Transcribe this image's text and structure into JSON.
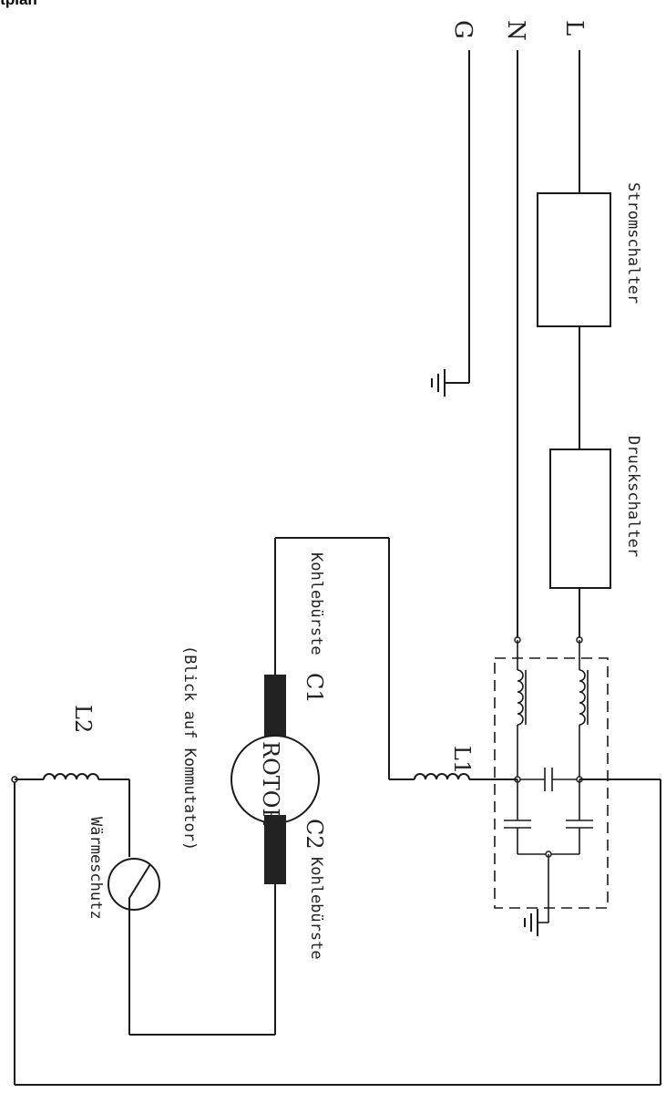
{
  "title": "altplan",
  "lines": {
    "l": "L",
    "n": "N",
    "g": "G"
  },
  "labels": {
    "power_switch": "Stromschalter",
    "pressure_switch": "Druckschalter",
    "brush_c1": "Kohlebürste",
    "brush_c2": "Kohlebürste",
    "commutator_view": "(Blick auf Kommutator)",
    "thermal_protection": "Wärmeschutz",
    "c1": "C1",
    "c2": "C2",
    "l1": "L1",
    "l2": "L2",
    "rotor": "ROTOR"
  }
}
